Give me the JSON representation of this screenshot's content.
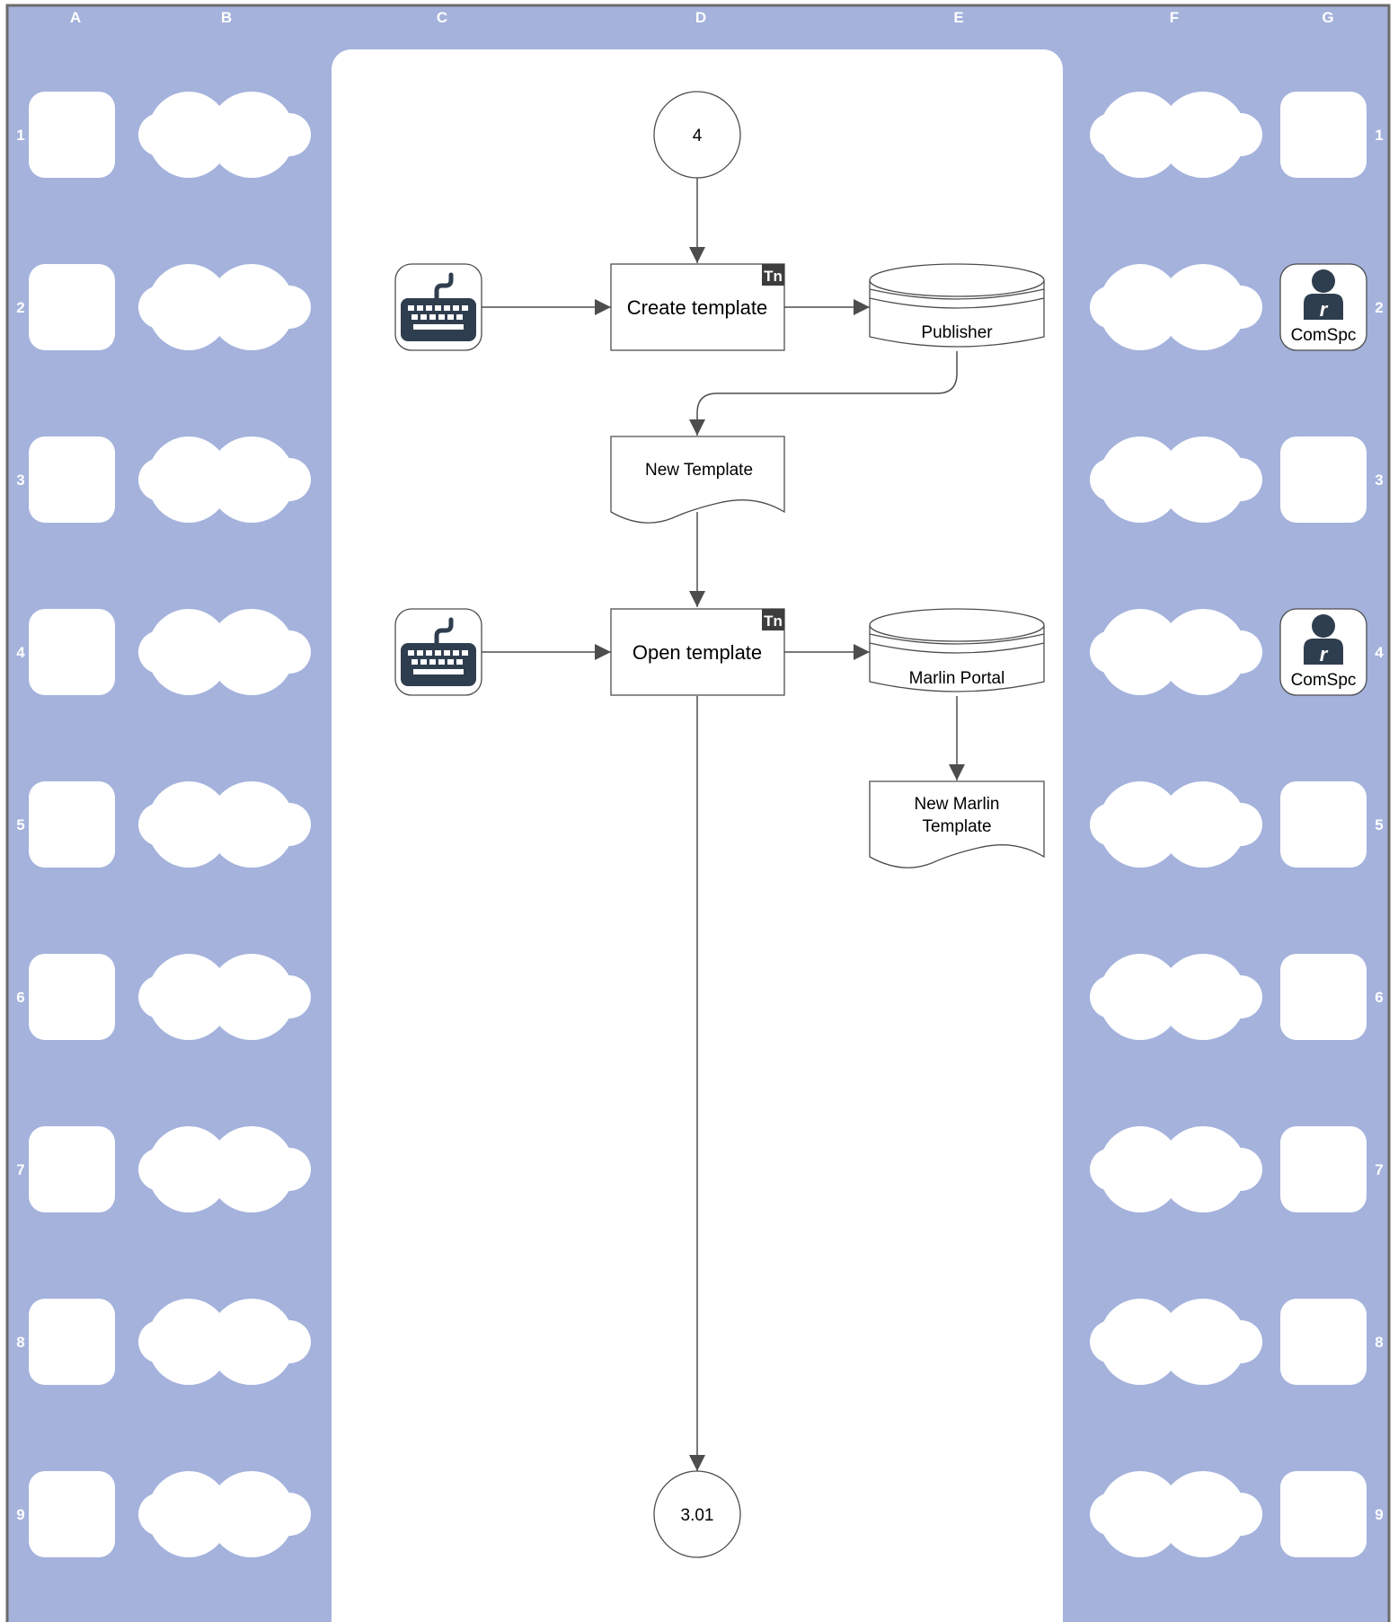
{
  "colors": {
    "background": "#a4b2dc",
    "frame": "#6b6b6b",
    "panel": "#ffffff",
    "stroke": "#4d4d4d",
    "icon": "#2f3e4f",
    "badge": "#3d3d3d"
  },
  "grid": {
    "columns": [
      "A",
      "B",
      "C",
      "D",
      "E",
      "F",
      "G"
    ],
    "rows": [
      "1",
      "2",
      "3",
      "4",
      "5",
      "6",
      "7",
      "8",
      "9"
    ]
  },
  "nodes": {
    "start_connector": "4",
    "end_connector": "3.01",
    "create_template": "Create template",
    "open_template": "Open template",
    "tn_badge": "Tn",
    "publisher_db": "Publisher",
    "marlin_db": "Marlin Portal",
    "new_template_doc": "New Template",
    "new_marlin_doc_line1": "New Marlin",
    "new_marlin_doc_line2": "Template",
    "actor_label": "ComSpc"
  },
  "icons": {
    "input_device": "keyboard-icon",
    "actor": "user-icon"
  }
}
